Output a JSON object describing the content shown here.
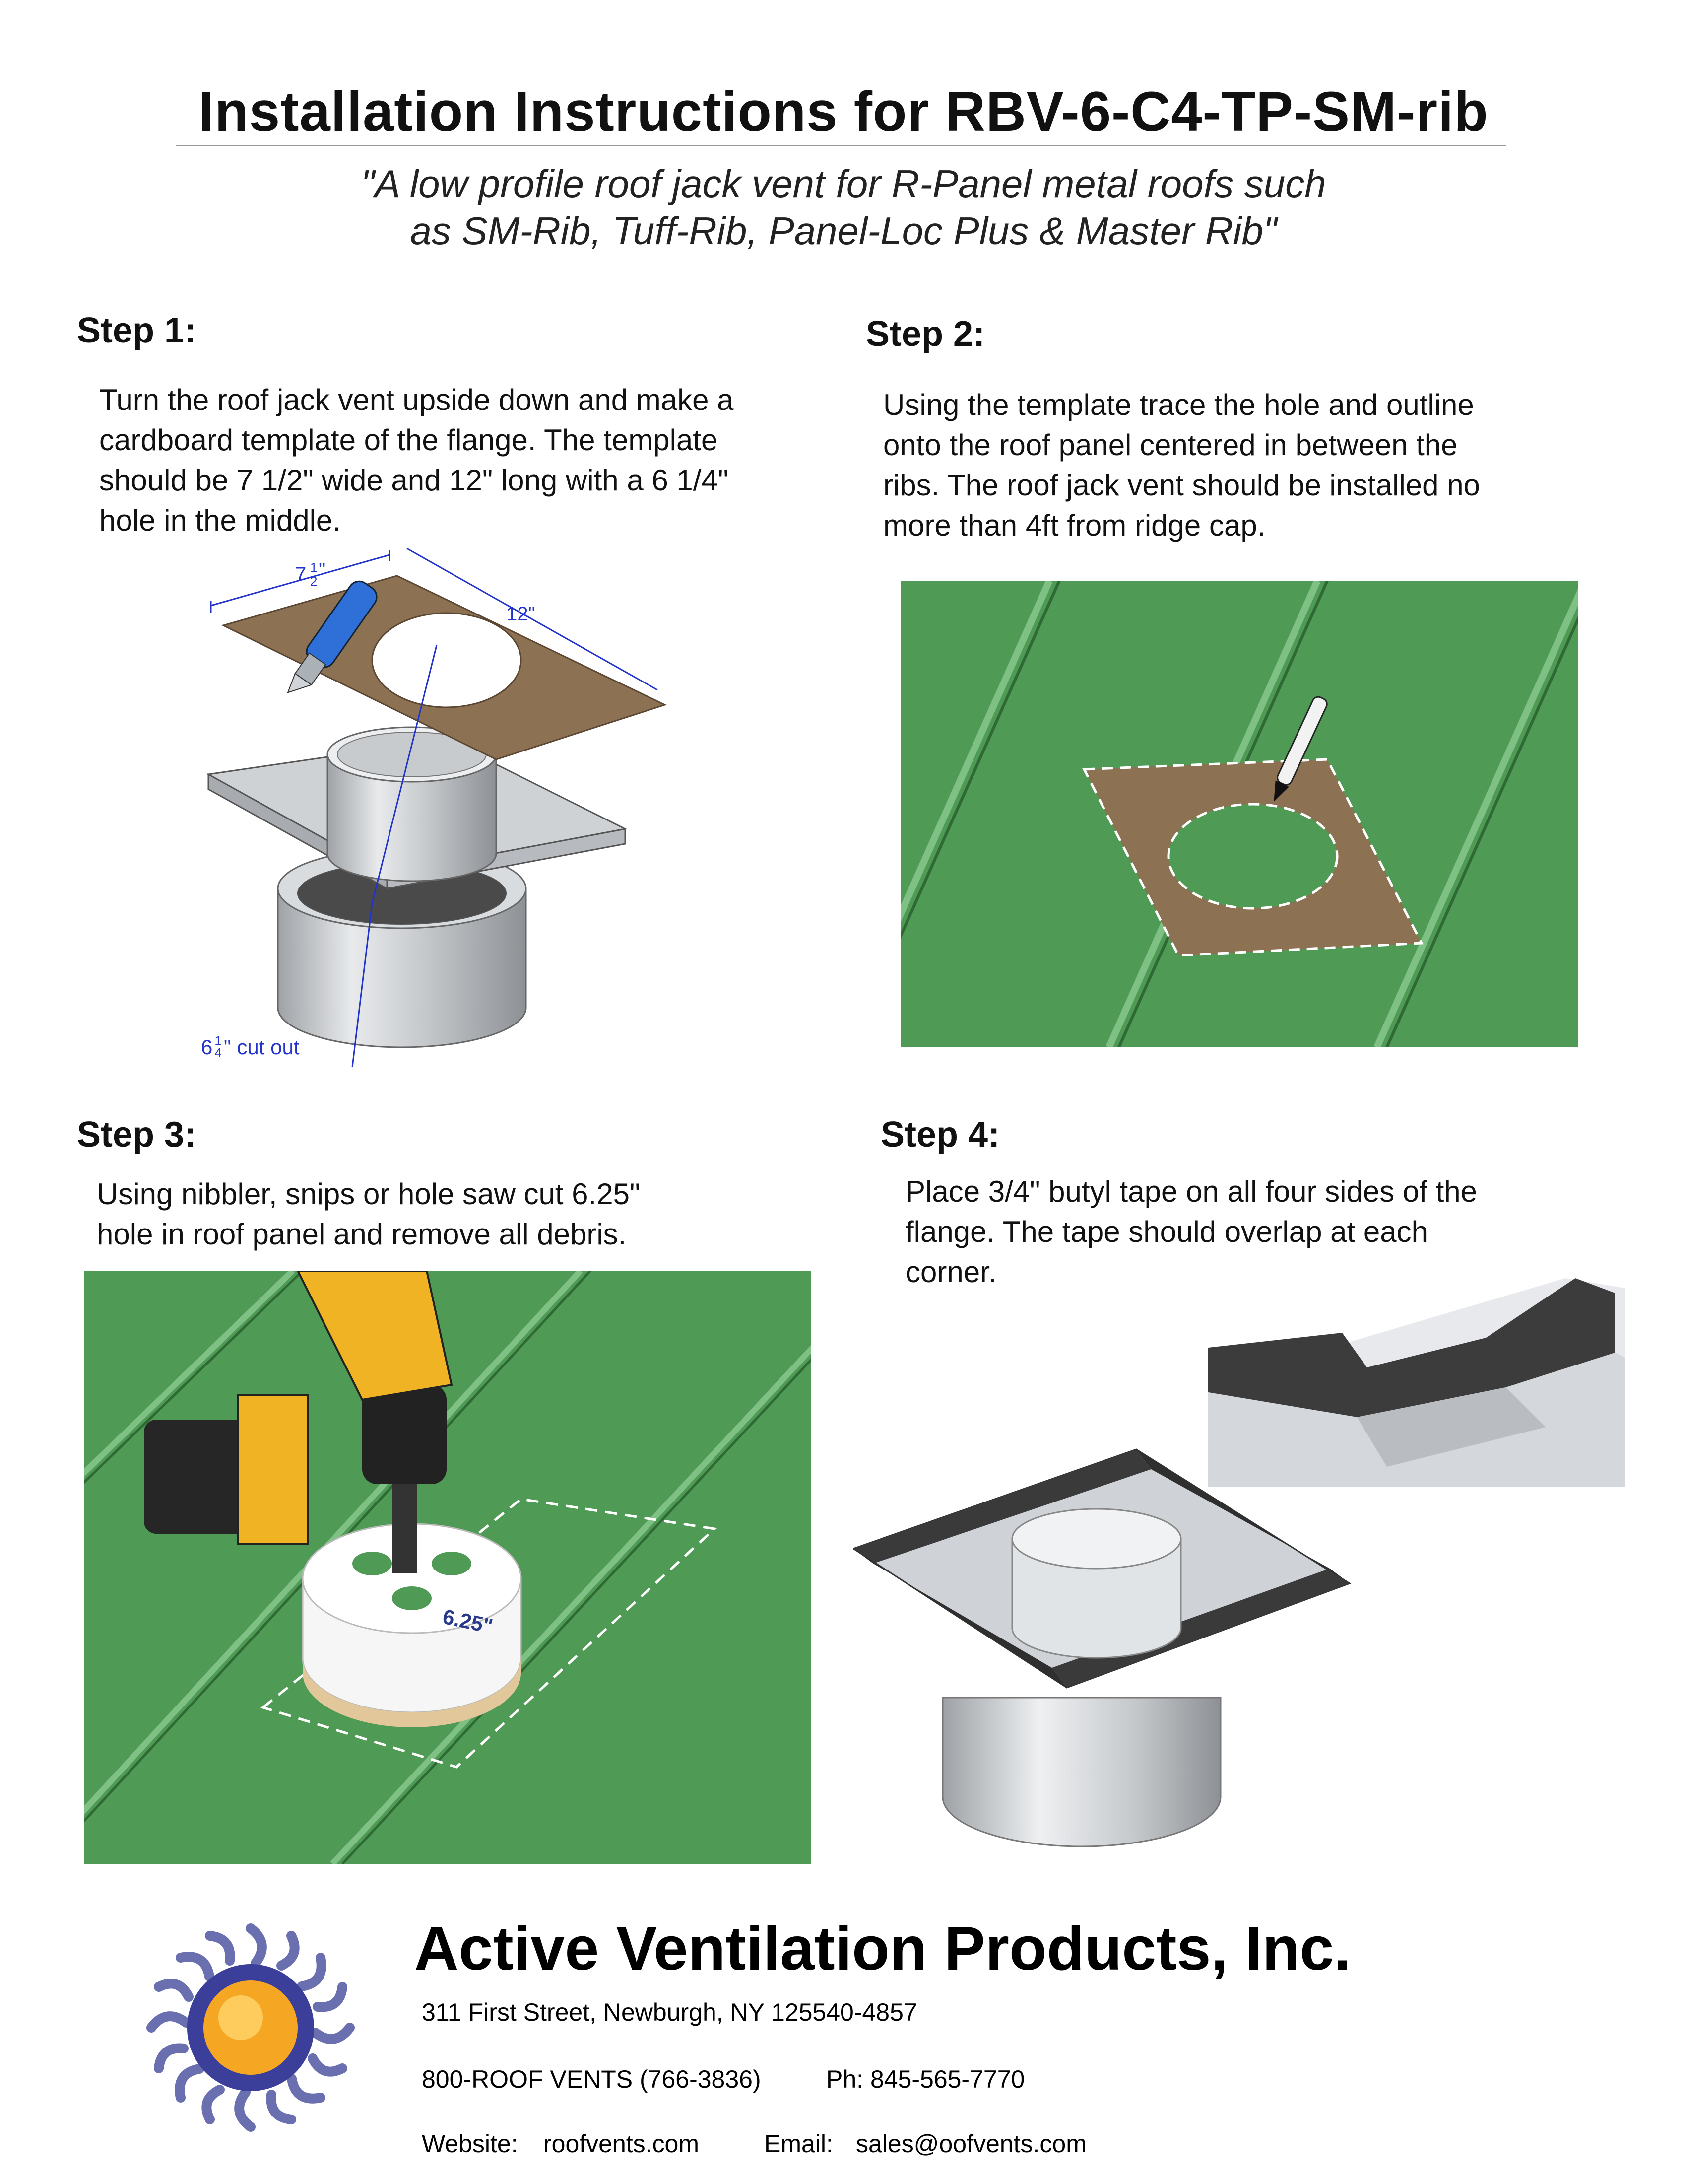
{
  "header": {
    "title": "Installation Instructions for RBV-6-C4-TP-SM-rib",
    "subtitle_line1": "\"A low profile roof jack vent for R-Panel metal roofs such",
    "subtitle_line2": "as SM-Rib, Tuff-Rib, Panel-Loc Plus & Master Rib\""
  },
  "steps": [
    {
      "heading": "Step 1:",
      "lines": [
        "Turn the roof jack vent upside down and make a",
        "cardboard template of the flange. The template",
        "should be 7 1/2\" wide and 12\" long with a 6 1/4\"",
        "hole in the middle."
      ],
      "dims": {
        "width_whole": "7",
        "width_num": "1",
        "width_den": "2",
        "width_unit": "\"",
        "length": "12\"",
        "hole_whole": "6",
        "hole_num": "1",
        "hole_den": "4",
        "hole_suffix": "\" cut out"
      }
    },
    {
      "heading": "Step 2:",
      "lines": [
        "Using the template trace the hole and outline",
        "onto the roof panel centered in between the",
        "ribs. The roof jack vent should be installed no",
        "more than 4ft from ridge cap."
      ]
    },
    {
      "heading": "Step 3:",
      "lines": [
        "Using nibbler, snips or hole saw cut 6.25\"",
        "hole in roof panel and remove all debris."
      ],
      "saw_label": "6.25\""
    },
    {
      "heading": "Step 4:",
      "lines": [
        "Place 3/4\" butyl tape on all four sides of the",
        "flange. The tape should overlap at each",
        "corner."
      ]
    }
  ],
  "footer": {
    "company": "Active Ventilation Products, Inc.",
    "address": "311 First Street, Newburgh, NY 125540-4857",
    "phone_toll_free": "800-ROOF VENTS (766-3836)",
    "phone": "Ph: 845-565-7770",
    "website_label": "Website:",
    "website": "roofvents.com",
    "email_label": "Email:",
    "email": "sales@oofvents.com"
  },
  "colors": {
    "roof_green": "#4f9a55",
    "cardboard": "#8c7152",
    "dimension_blue": "#2233cc",
    "logo_sun": "#f5a623",
    "logo_rays": "#6a6fb0"
  }
}
